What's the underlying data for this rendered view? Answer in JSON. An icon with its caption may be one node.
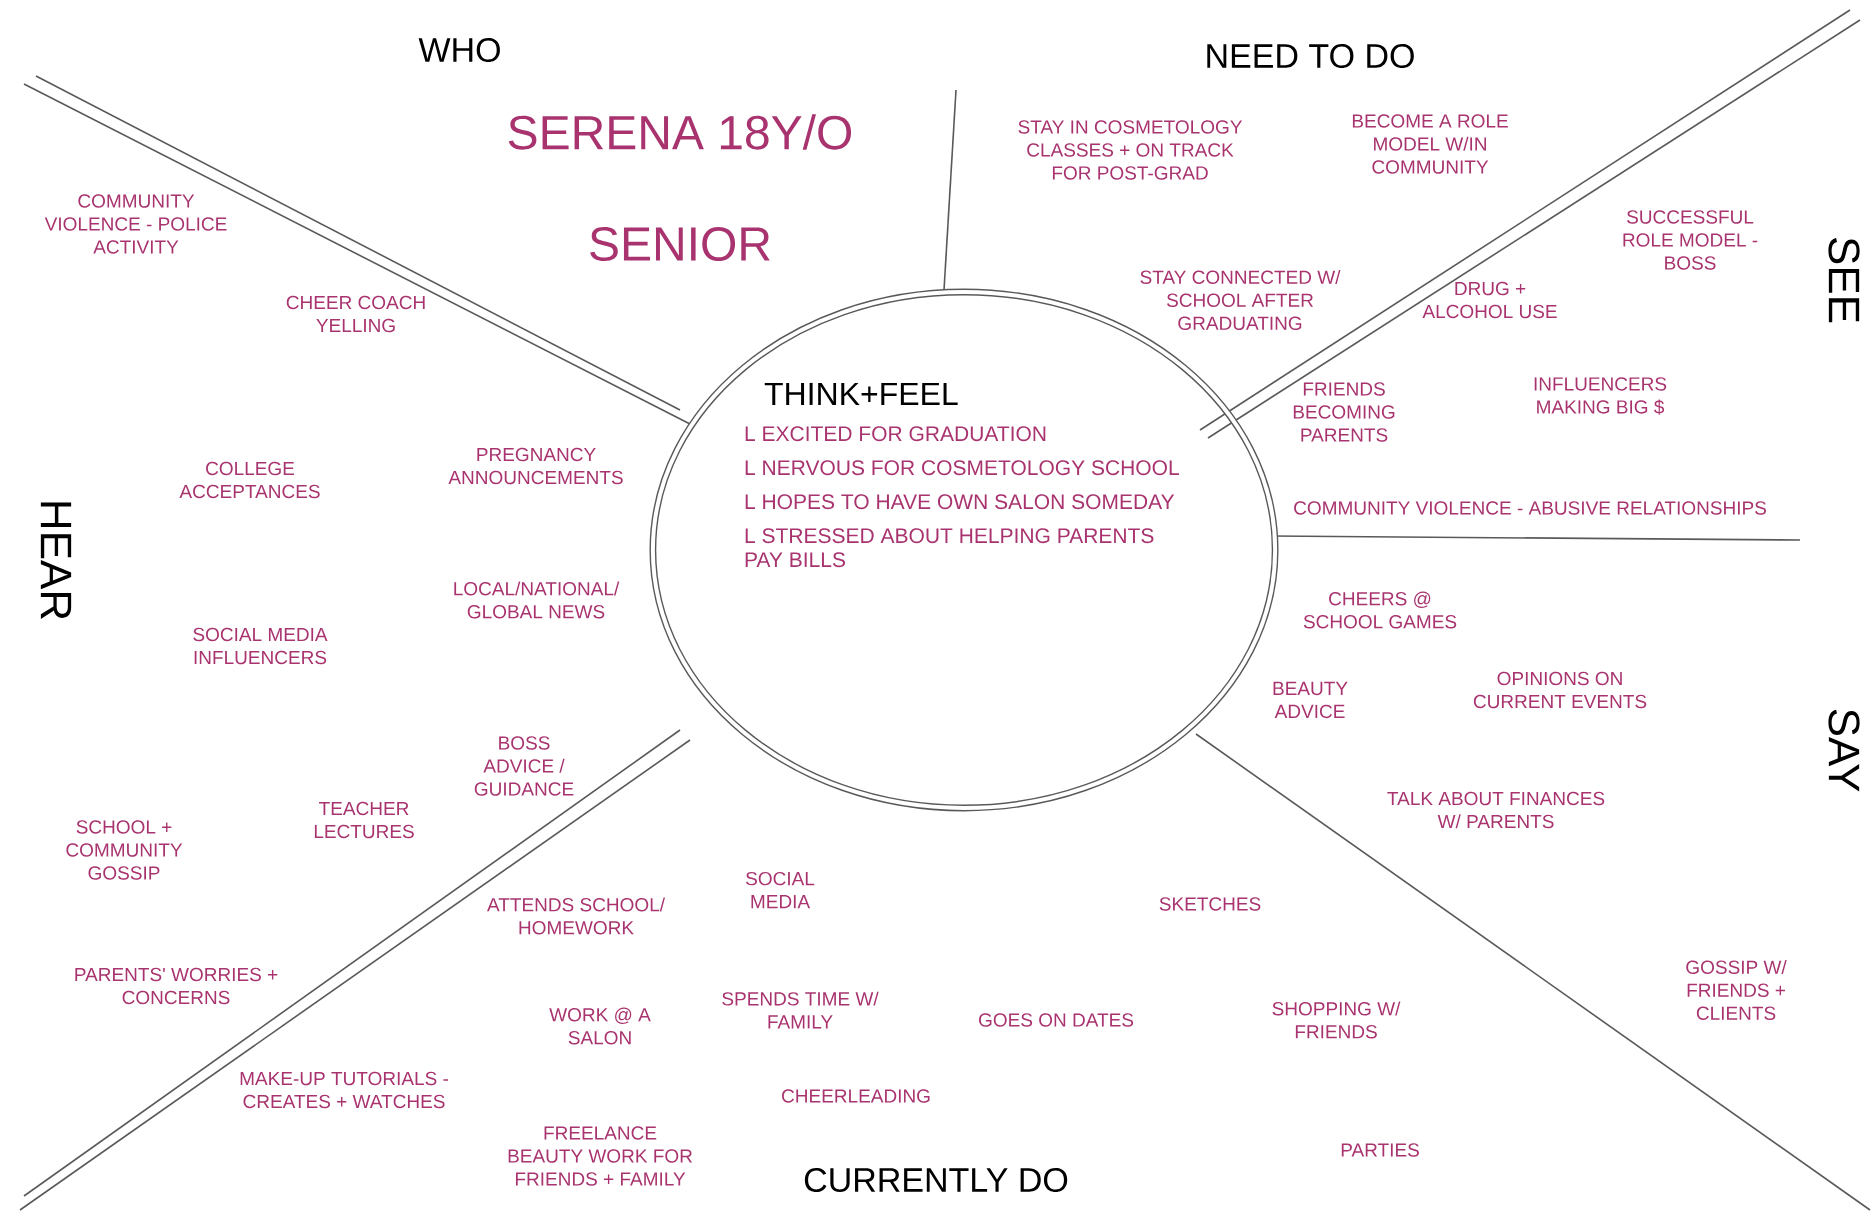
{
  "diagram": {
    "nodes": [
      {
        "text": [
          "THINK+FEEL",
          "L EXCITED FOR GRADUATION",
          "L NERVOUS FOR COSMETOLOGY SCHOOL",
          "L HOPES TO HAVE OWN SALON SOMEDAY",
          "L STRESSED ABOUT HELPING PARENTS PAY BILLS"
        ]
      }
    ],
    "labels": [
      "WHO",
      "SERENA 18Y/O",
      "SENIOR",
      "NEED TO DO",
      "STAY IN COSMETOLOGY CLASSES + ON TRACK FOR POST-GRAD",
      "BECOME A ROLE MODEL W/IN COMMUNITY",
      "STAY CONNECTED W/ SCHOOL AFTER GRADUATING",
      "SEE",
      "SUCCESSFUL ROLE MODEL - BOSS",
      "DRUG + ALCOHOL USE",
      "FRIENDS BECOMING PARENTS",
      "INFLUENCERS MAKING BIG $",
      "COMMUNITY VIOLENCE - ABUSIVE RELATIONSHIPS",
      "HEAR",
      "COMMUNITY VIOLENCE - POLICE ACTIVITY",
      "CHEER COACH YELLING",
      "COLLEGE ACCEPTANCES",
      "PREGNANCY ANNOUNCEMENTS",
      "LOCAL/NATIONAL/ GLOBAL NEWS",
      "SOCIAL MEDIA INFLUENCERS",
      "BOSS ADVICE / GUIDANCE",
      "SCHOOL + COMMUNITY GOSSIP",
      "TEACHER LECTURES",
      "PARENTS' WORRIES + CONCERNS",
      "CHEERS @ SCHOOL GAMES",
      "BEAUTY ADVICE",
      "OPINIONS ON CURRENT EVENTS",
      "SAY",
      "TALK ABOUT FINANCES W/ PARENTS",
      "GOSSIP W/ FRIENDS + CLIENTS",
      "ATTENDS SCHOOL/ HOMEWORK",
      "SOCIAL MEDIA",
      "SKETCHES",
      "SPENDS TIME W/ FAMILY",
      "GOES ON DATES",
      "SHOPPING W/ FRIENDS",
      "MAKE-UP TUTORIALS - CREATES + WATCHES",
      "WORK @ A SALON",
      "CHEERLEADING",
      "FREELANCE BEAUTY WORK FOR FRIENDS + FAMILY",
      "CURRENTLY DO",
      "PARTIES"
    ]
  }
}
